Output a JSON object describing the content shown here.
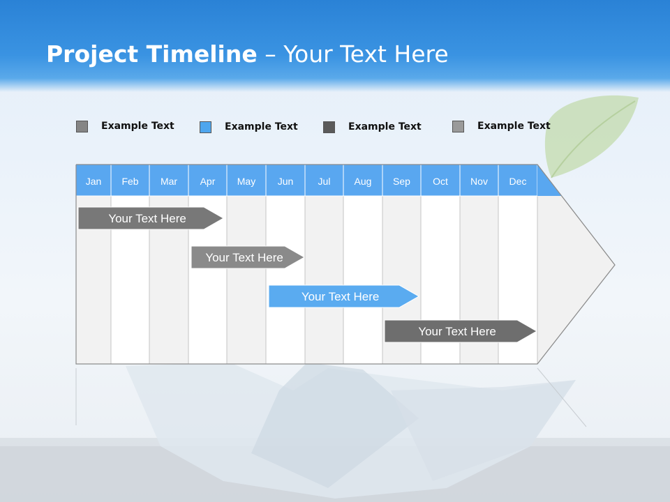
{
  "title": {
    "bold": "Project Timeline",
    "rest": " – Your Text Here"
  },
  "legend": [
    {
      "label": "Example Text",
      "color": "#858585"
    },
    {
      "label": "Example Text",
      "color": "#4ea6ee"
    },
    {
      "label": "Example Text",
      "color": "#5a5a5a"
    },
    {
      "label": "Example Text",
      "color": "#9a9a9a"
    }
  ],
  "months": [
    "Jan",
    "Feb",
    "Mar",
    "Apr",
    "May",
    "Jun",
    "Jul",
    "Aug",
    "Sep",
    "Oct",
    "Nov",
    "Dec"
  ],
  "tasks": [
    {
      "label": "Your  Text Here",
      "start_month": "Jan",
      "end_month": "Apr",
      "color": "#787878"
    },
    {
      "label": "Your  Text Here",
      "start_month": "Apr",
      "end_month": "Jun",
      "color": "#8a8a8a"
    },
    {
      "label": "Your  Text Here",
      "start_month": "Jun",
      "end_month": "Sep",
      "color": "#5aabf0"
    },
    {
      "label": "Your  Text Here",
      "start_month": "Sep",
      "end_month": "Dec",
      "color": "#6e6e6e"
    }
  ],
  "colors": {
    "header": "#2a82d6",
    "month_bar": "#59a7f0",
    "col_light": "#f2f2f2",
    "col_white": "#ffffff"
  }
}
